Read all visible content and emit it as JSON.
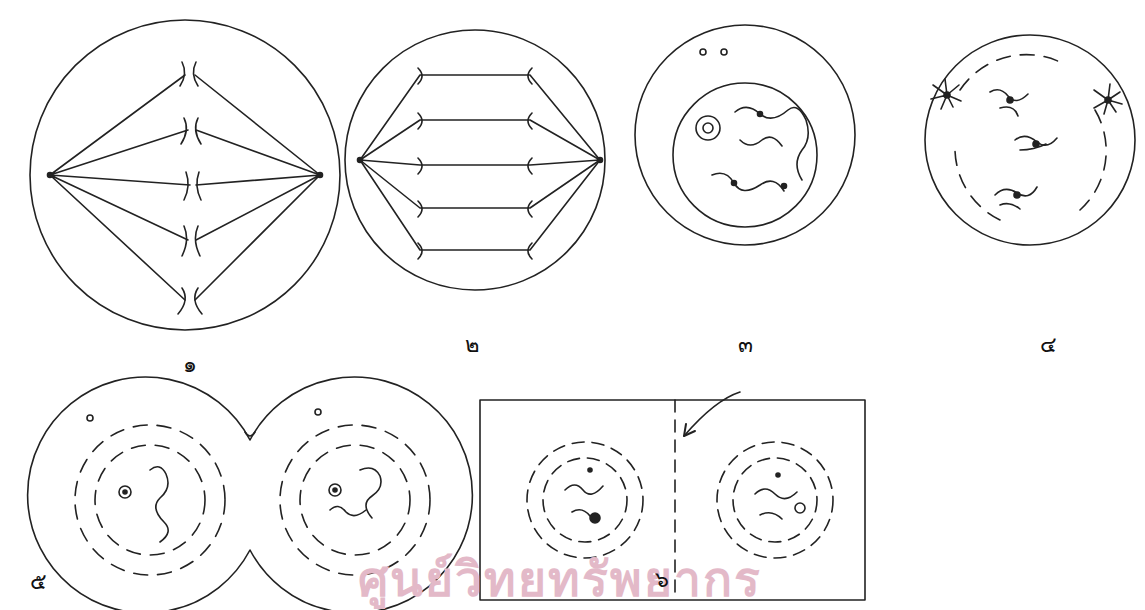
{
  "diagram": {
    "labels": [
      "๑",
      "๒",
      "๓",
      "๔",
      "๕",
      "๖",
      "ศูนย์วิทยทรัพยากร"
    ]
  }
}
